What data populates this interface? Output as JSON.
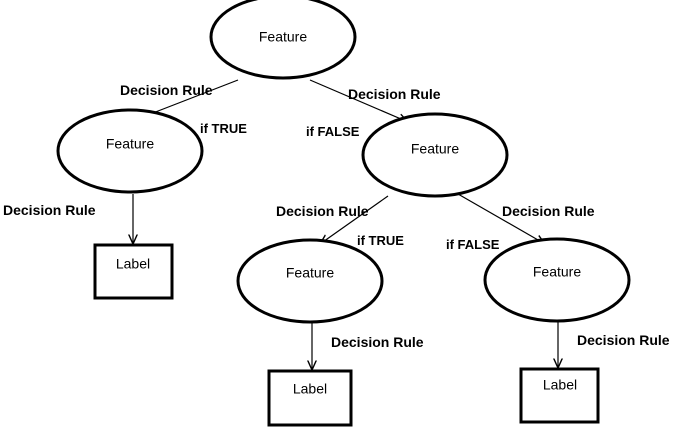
{
  "nodes": {
    "root": {
      "label": "Feature"
    },
    "left": {
      "label": "Feature"
    },
    "right": {
      "label": "Feature"
    },
    "right_left": {
      "label": "Feature"
    },
    "right_right": {
      "label": "Feature"
    },
    "leaf_left": {
      "label": "Label"
    },
    "leaf_middle": {
      "label": "Label"
    },
    "leaf_right": {
      "label": "Label"
    }
  },
  "edges": {
    "root_left_rule": "Decision Rule",
    "root_right_rule": "Decision Rule",
    "left_leaf_rule": "Decision Rule",
    "right_left_rule": "Decision Rule",
    "right_right_rule": "Decision Rule",
    "right_left_leaf_rule": "Decision Rule",
    "right_right_leaf_rule": "Decision Rule",
    "branch_true_1": "if TRUE",
    "branch_false_1": "if FALSE",
    "branch_true_2": "if TRUE",
    "branch_false_2": "if FALSE"
  }
}
